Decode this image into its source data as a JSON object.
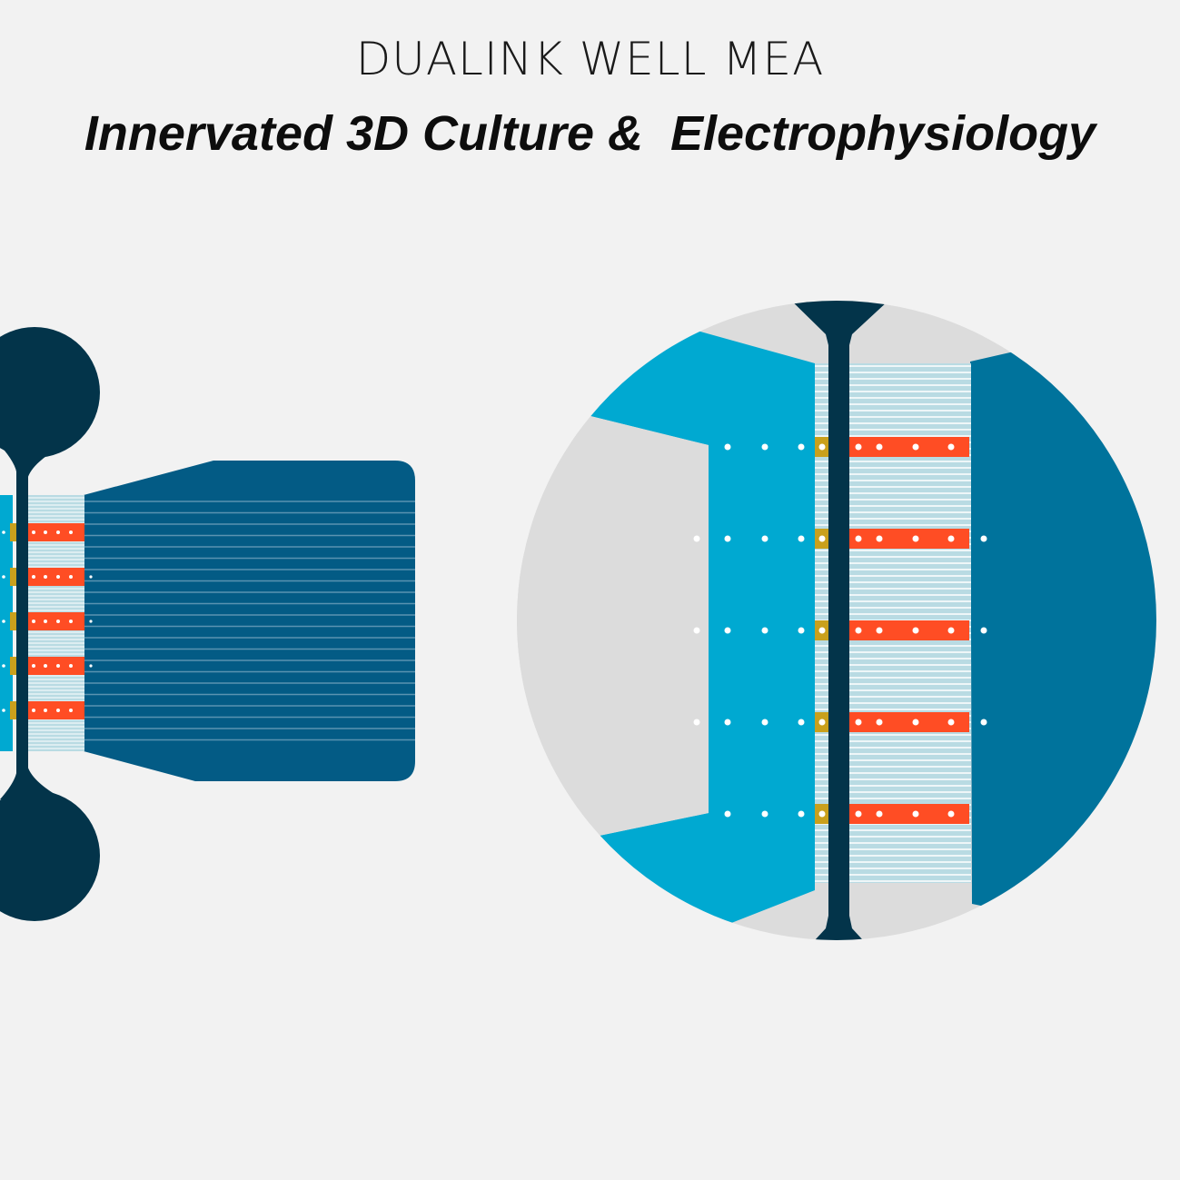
{
  "header": {
    "title": "DUALINK WELL MEA",
    "subtitle": "Innervated 3D Culture &  Electrophysiology"
  },
  "colors": {
    "background": "#f2f2f2",
    "navy": "#03344a",
    "connector_blue": "#035b85",
    "cyan": "#00a9d1",
    "deep_teal": "#00739c",
    "channel_light": "#b9dbe3",
    "electrode_red": "#ff4d24",
    "electrode_gold": "#c9a01c",
    "gray_area": "#dcdcdc"
  },
  "diagram": {
    "left_view": "full-device-icon",
    "right_view": "magnified-channel-detail",
    "electrode_rows": 5
  }
}
